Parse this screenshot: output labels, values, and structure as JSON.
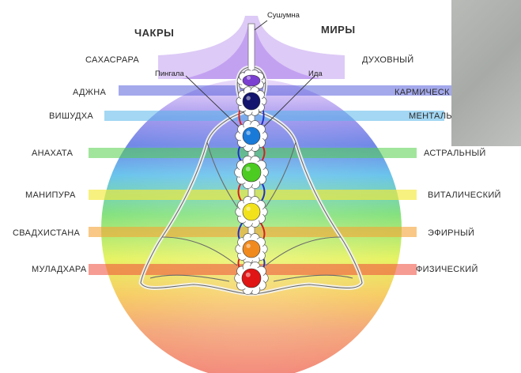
{
  "headers": {
    "chakras": "ЧАКРЫ",
    "worlds": "МИРЫ"
  },
  "channels": {
    "sushumna": "Сушумна",
    "pingala": "Пингала",
    "ida": "Ида"
  },
  "chakras": [
    {
      "name": "САХАСРАРА",
      "color": "#7b3fd1"
    },
    {
      "name": "АДЖНА",
      "color": "#14146e"
    },
    {
      "name": "ВИШУДХА",
      "color": "#1a7ad8"
    },
    {
      "name": "АНАХАТА",
      "color": "#4ccc21"
    },
    {
      "name": "МАНИПУРА",
      "color": "#f2e21c"
    },
    {
      "name": "СВАДХИСТАНА",
      "color": "#f08a1e"
    },
    {
      "name": "МУЛАДХАРА",
      "color": "#e01515"
    }
  ],
  "worlds": [
    {
      "name": "ДУХОВНЫЙ"
    },
    {
      "name": "КАРМИЧЕСК"
    },
    {
      "name": "МЕНТАЛЬ"
    },
    {
      "name": "АСТРАЛЬНЫЙ"
    },
    {
      "name": "ВИТАЛИЧЕСКИЙ"
    },
    {
      "name": "ЭФИРНЫЙ"
    },
    {
      "name": "ФИЗИЧЕСКИЙ"
    }
  ]
}
